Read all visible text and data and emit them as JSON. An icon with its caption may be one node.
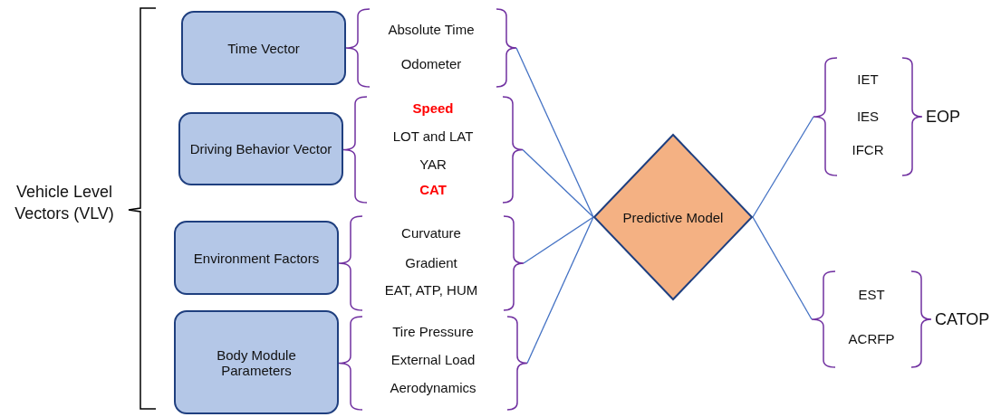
{
  "diagram": {
    "nodes": [
      {
        "text": [
          "Time Vector"
        ]
      },
      {
        "text": [
          "Absolute Time",
          "Odometer"
        ]
      },
      {
        "text": [
          "Driving Behavior Vector"
        ]
      },
      {
        "text": [
          "Speed",
          "LOT and LAT",
          "YAR",
          "CAT"
        ]
      },
      {
        "text": [
          "Environment Factors"
        ]
      },
      {
        "text": [
          "Curvature",
          "Gradient",
          "EAT, ATP, HUM"
        ]
      },
      {
        "text": [
          "Body Module Parameters"
        ]
      },
      {
        "text": [
          "Tire Pressure",
          "External Load",
          "Aerodynamics"
        ]
      },
      {
        "text": [
          "Predictive Model"
        ]
      },
      {
        "text": [
          "IET",
          "IES",
          "IFCR"
        ],
        "beside": [
          "EOP"
        ]
      },
      {
        "text": [
          "EST",
          "ACRFP"
        ],
        "beside": [
          "CATOP"
        ]
      }
    ],
    "edges": [
      {
        "from": 1,
        "to": 8,
        "arrow": "none"
      },
      {
        "from": 3,
        "to": 8,
        "arrow": "none"
      },
      {
        "from": 5,
        "to": 8,
        "arrow": "none"
      },
      {
        "from": 7,
        "to": 8,
        "arrow": "none"
      },
      {
        "from": 8,
        "to": 9,
        "arrow": "none"
      },
      {
        "from": 8,
        "to": 10,
        "arrow": "none"
      }
    ],
    "labels": [
      "Vehicle Level Vectors (VLV)"
    ]
  }
}
